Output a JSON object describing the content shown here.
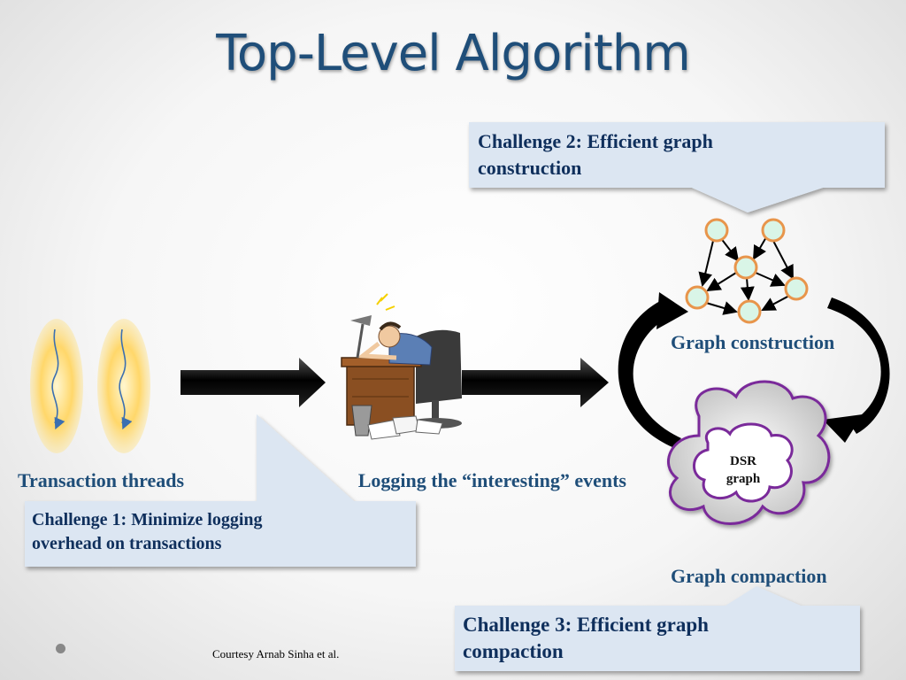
{
  "slide": {
    "title": "Top-Level Algorithm",
    "footer": "Courtesy Arnab Sinha et al."
  },
  "labels": {
    "threads": "Transaction threads",
    "logging": "Logging the “interesting” events",
    "construction": "Graph construction",
    "compaction": "Graph compaction",
    "dsr_line1": "DSR",
    "dsr_line2": "graph"
  },
  "callouts": {
    "challenge1": [
      "Challenge 1: Minimize logging",
      "overhead on transactions"
    ],
    "challenge2": [
      "Challenge 2: Efficient graph",
      "construction"
    ],
    "challenge3": [
      "Challenge 3: Efficient graph",
      "compaction"
    ]
  },
  "colors": {
    "title": "#1f4e79",
    "callout_fill": "#dce6f2",
    "node_fill": "#d9f5e7",
    "node_stroke": "#e8954b",
    "cloud_stroke": "#7a2a9a"
  }
}
